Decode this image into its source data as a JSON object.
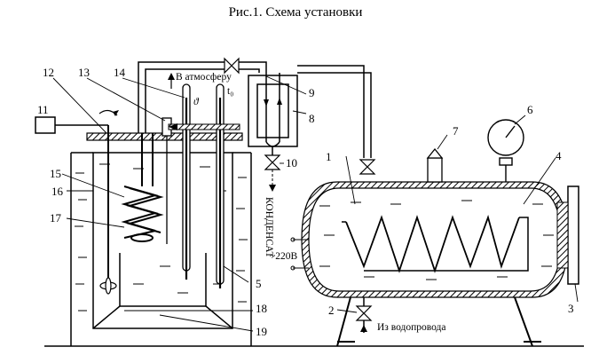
{
  "title": "Рис.1. Схема установки",
  "labels": {
    "to_atmosphere": "В атмосферу",
    "theta": "ϑ",
    "t0": "t₀",
    "condensate": "КОНДЕНСАТ",
    "voltage": "~220В",
    "from_water": "Из водопровода"
  },
  "numbers": [
    "1",
    "2",
    "3",
    "4",
    "5",
    "6",
    "7",
    "8",
    "9",
    "10",
    "11",
    "12",
    "13",
    "14",
    "15",
    "16",
    "17",
    "18",
    "19"
  ]
}
